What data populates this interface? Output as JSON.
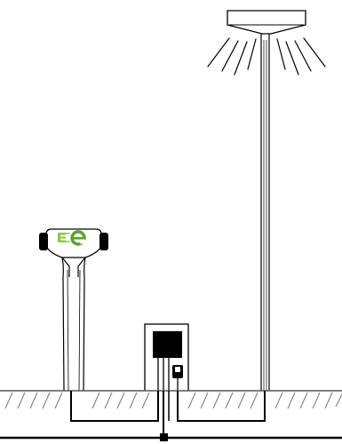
{
  "diagram": {
    "elements": [
      "street-lamp",
      "ev-charger-post",
      "junction-box",
      "ground",
      "underground-cable"
    ],
    "charger": {
      "logo_icon": "plug-e-icon",
      "logo_colors": [
        "#8cc63f",
        "#5aa02c"
      ]
    },
    "lamp": {
      "light_rays_icon": "light-rays-icon"
    },
    "colors": {
      "line": "#000000",
      "ground_line": "#555555",
      "ground_hatch": "#777777",
      "junction_box_fill": "#000000"
    }
  }
}
